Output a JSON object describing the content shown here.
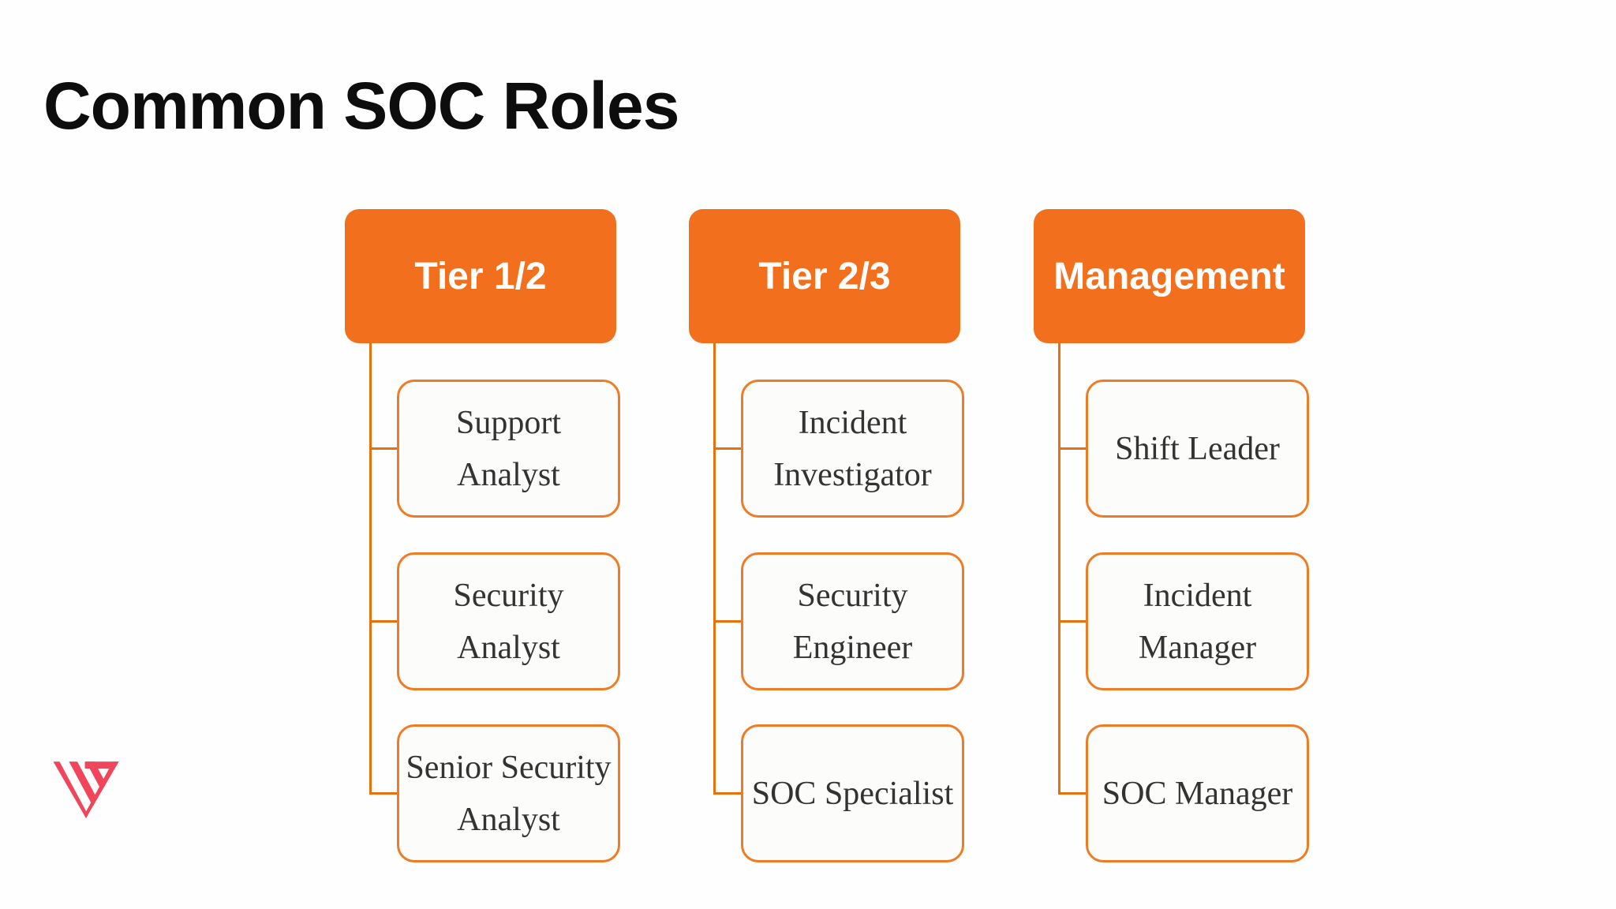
{
  "slide": {
    "title": "Common SOC Roles"
  },
  "colors": {
    "accent_orange": "#F2701D",
    "box_border_orange": "#EE7C26",
    "connector_orange": "#E8710D",
    "child_box_fill": "#FCFCFB",
    "child_text": "#333333",
    "title_text": "#0D0D0D",
    "background": "#FEFEFE",
    "logo_rose": "#F1455C"
  },
  "logo": {
    "icon": "striped-triangle-logo-icon",
    "color": "#F1455C"
  },
  "diagram": {
    "columns": [
      {
        "header": "Tier 1/2",
        "roles": [
          {
            "label": "Support Analyst",
            "lines": [
              "Support",
              "Analyst"
            ]
          },
          {
            "label": "Security Analyst",
            "lines": [
              "Security",
              "Analyst"
            ]
          },
          {
            "label": "Senior Security Analyst",
            "lines": [
              "Senior Security",
              "Analyst"
            ]
          }
        ]
      },
      {
        "header": "Tier 2/3",
        "roles": [
          {
            "label": "Incident Investigator",
            "lines": [
              "Incident",
              "Investigator"
            ]
          },
          {
            "label": "Security Engineer",
            "lines": [
              "Security",
              "Engineer"
            ]
          },
          {
            "label": "SOC Specialist",
            "lines": [
              "SOC Specialist"
            ]
          }
        ]
      },
      {
        "header": "Management",
        "roles": [
          {
            "label": "Shift Leader",
            "lines": [
              "Shift Leader"
            ]
          },
          {
            "label": "Incident Manager",
            "lines": [
              "Incident",
              "Manager"
            ]
          },
          {
            "label": "SOC Manager",
            "lines": [
              "SOC Manager"
            ]
          }
        ]
      }
    ]
  }
}
